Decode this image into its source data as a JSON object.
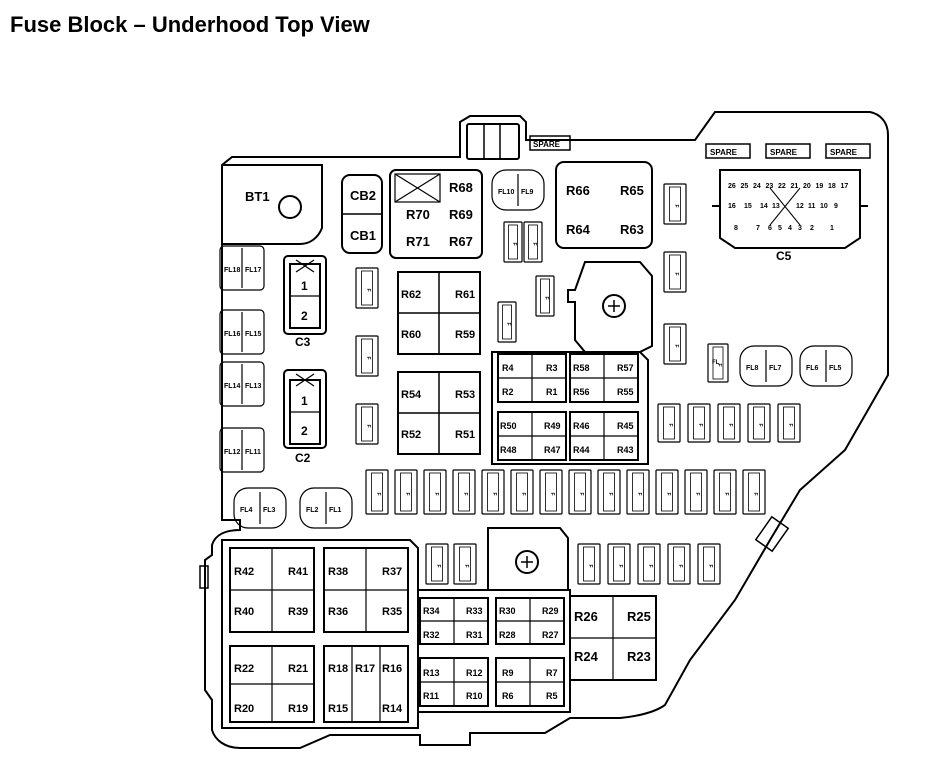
{
  "title": "Fuse Block – Underhood Top View",
  "battery_label": "BT1",
  "circuit_breakers": [
    "CB2",
    "CB1"
  ],
  "spare_label": "SPARE",
  "connector_c5": {
    "label": "C5",
    "row1": [
      "26",
      "25",
      "24",
      "23",
      "22",
      "21",
      "20",
      "19",
      "18",
      "17"
    ],
    "row2": [
      "16",
      "15",
      "14",
      "13",
      "12",
      "11",
      "10",
      "9"
    ],
    "row3": [
      "8",
      "7",
      "6",
      "5",
      "4",
      "3",
      "2",
      "1"
    ]
  },
  "connectors_small": [
    {
      "label": "C3",
      "pins": [
        "1",
        "2"
      ]
    },
    {
      "label": "C2",
      "pins": [
        "1",
        "2"
      ]
    }
  ],
  "fusible_links": {
    "pair_fl18": [
      "FL18",
      "FL17"
    ],
    "pair_fl16": [
      "FL16",
      "FL15"
    ],
    "pair_fl14": [
      "FL14",
      "FL13"
    ],
    "pair_fl12": [
      "FL12",
      "FL11"
    ],
    "round_fl4": [
      "FL4",
      "FL3"
    ],
    "round_fl2": [
      "FL2",
      "FL1"
    ],
    "round_fl8": [
      "FL8",
      "FL7"
    ],
    "round_fl6": [
      "FL6",
      "FL5"
    ],
    "round_fl10": [
      "FL10",
      "FL9"
    ],
    "single_fl": "FL"
  },
  "relays": {
    "r68_group": [
      "R68",
      "R70",
      "R69",
      "R71",
      "R67"
    ],
    "r66_group": [
      "R66",
      "R65",
      "R64",
      "R63"
    ],
    "r62_group": [
      "R62",
      "R61",
      "R60",
      "R59"
    ],
    "r54_group": [
      "R54",
      "R53",
      "R52",
      "R51"
    ],
    "r4_group": [
      "R4",
      "R3",
      "R2",
      "R1"
    ],
    "r58_group": [
      "R58",
      "R57",
      "R56",
      "R55"
    ],
    "r50_group": [
      "R50",
      "R49",
      "R48",
      "R47"
    ],
    "r46_group": [
      "R46",
      "R45",
      "R44",
      "R43"
    ],
    "r42_group": [
      "R42",
      "R41",
      "R40",
      "R39"
    ],
    "r38_group": [
      "R38",
      "R37",
      "R36",
      "R35"
    ],
    "r22_group": [
      "R22",
      "R21",
      "R20",
      "R19"
    ],
    "r18_group": [
      "R18",
      "R17",
      "R16",
      "R15",
      "R14"
    ],
    "r34_group": [
      "R34",
      "R33",
      "R32",
      "R31"
    ],
    "r30_group": [
      "R30",
      "R29",
      "R28",
      "R27"
    ],
    "r13_group": [
      "R13",
      "R12",
      "R11",
      "R10"
    ],
    "r9_group": [
      "R9",
      "R7",
      "R6",
      "R5"
    ],
    "r26_group": [
      "R26",
      "R25",
      "R24",
      "R23"
    ]
  },
  "mini_fuse_label": "F"
}
